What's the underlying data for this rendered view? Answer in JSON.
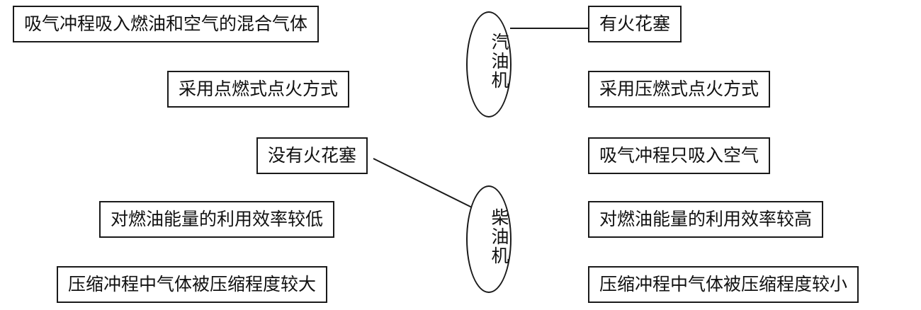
{
  "center": {
    "gasoline": "汽油机",
    "diesel": "柴油机"
  },
  "left": [
    "吸气冲程吸入燃油和空气的混合气体",
    "采用点燃式点火方式",
    "没有火花塞",
    "对燃油能量的利用效率较低",
    "压缩冲程中气体被压缩程度较大"
  ],
  "right": [
    "有火花塞",
    "采用压燃式点火方式",
    "吸气冲程只吸入空气",
    "对燃油能量的利用效率较高",
    "压缩冲程中气体被压缩程度较小"
  ],
  "connections": [
    {
      "from": "汽油机",
      "to": "有火花塞"
    },
    {
      "from": "柴油机",
      "to": "没有火花塞"
    }
  ]
}
